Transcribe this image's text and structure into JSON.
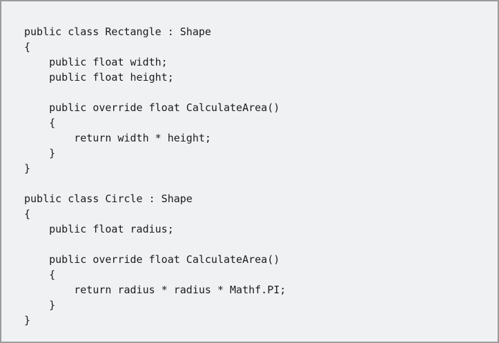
{
  "panel": {
    "kind": "code-block",
    "language": "csharp",
    "background_color": "#f0f1f3",
    "border_color": "#9b9b9e",
    "text_color": "#1b1b1f",
    "syntax_highlighting": false,
    "indent_size": 4,
    "line_count": 22
  },
  "code": {
    "lines": [
      "public class Rectangle : Shape",
      "{",
      "    public float width;",
      "    public float height;",
      "",
      "    public override float CalculateArea()",
      "    {",
      "        return width * height;",
      "    }",
      "}",
      "",
      "public class Circle : Shape",
      "{",
      "    public float radius;",
      "",
      "    public override float CalculateArea()",
      "    {",
      "        return radius * radius * Mathf.PI;",
      "    }",
      "}"
    ],
    "full_text": "public class Rectangle : Shape\n{\n    public float width;\n    public float height;\n\n    public override float CalculateArea()\n    {\n        return width * height;\n    }\n}\n\npublic class Circle : Shape\n{\n    public float radius;\n\n    public override float CalculateArea()\n    {\n        return radius * radius * Mathf.PI;\n    }\n}"
  }
}
